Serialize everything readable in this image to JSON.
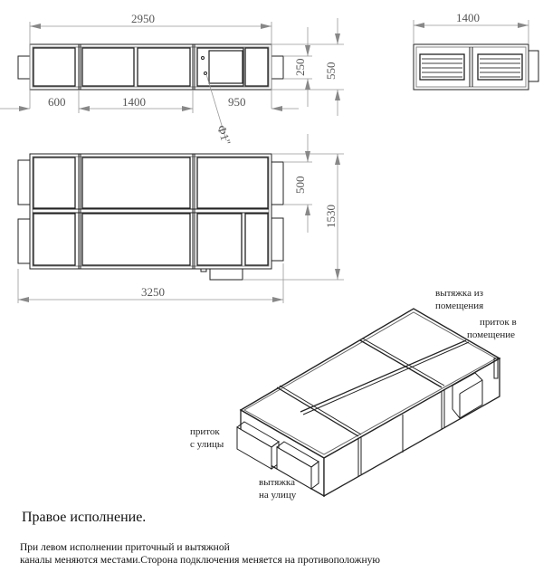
{
  "top_view": {
    "dim_total_length": "2950",
    "dim_section_1": "600",
    "dim_section_2": "1400",
    "dim_section_3": "950",
    "dim_duct_height": "250",
    "dim_total_height": "550",
    "pipe_label": "Ф1\""
  },
  "end_view": {
    "dim_width": "1400"
  },
  "plan_view": {
    "dim_total_length": "3250",
    "dim_duct_width": "500",
    "dim_total_width": "1530"
  },
  "isometric_view": {
    "labels": {
      "exhaust_from_room": [
        "вытяжка из",
        "помещения"
      ],
      "supply_to_room": [
        "приток в",
        "помещение"
      ],
      "supply_from_street": [
        "приток",
        "с улицы"
      ],
      "exhaust_to_street": [
        "вытяжка",
        "на улицу"
      ]
    }
  },
  "caption": {
    "title": "Правое исполнение.",
    "note_line_1": "При левом исполнении приточный и вытяжной",
    "note_line_2": "каналы меняются местами.Сторона подключения меняется на противоположную"
  },
  "colors": {
    "line": "#222222",
    "dimension": "#8a8a8a",
    "background": "#ffffff"
  }
}
